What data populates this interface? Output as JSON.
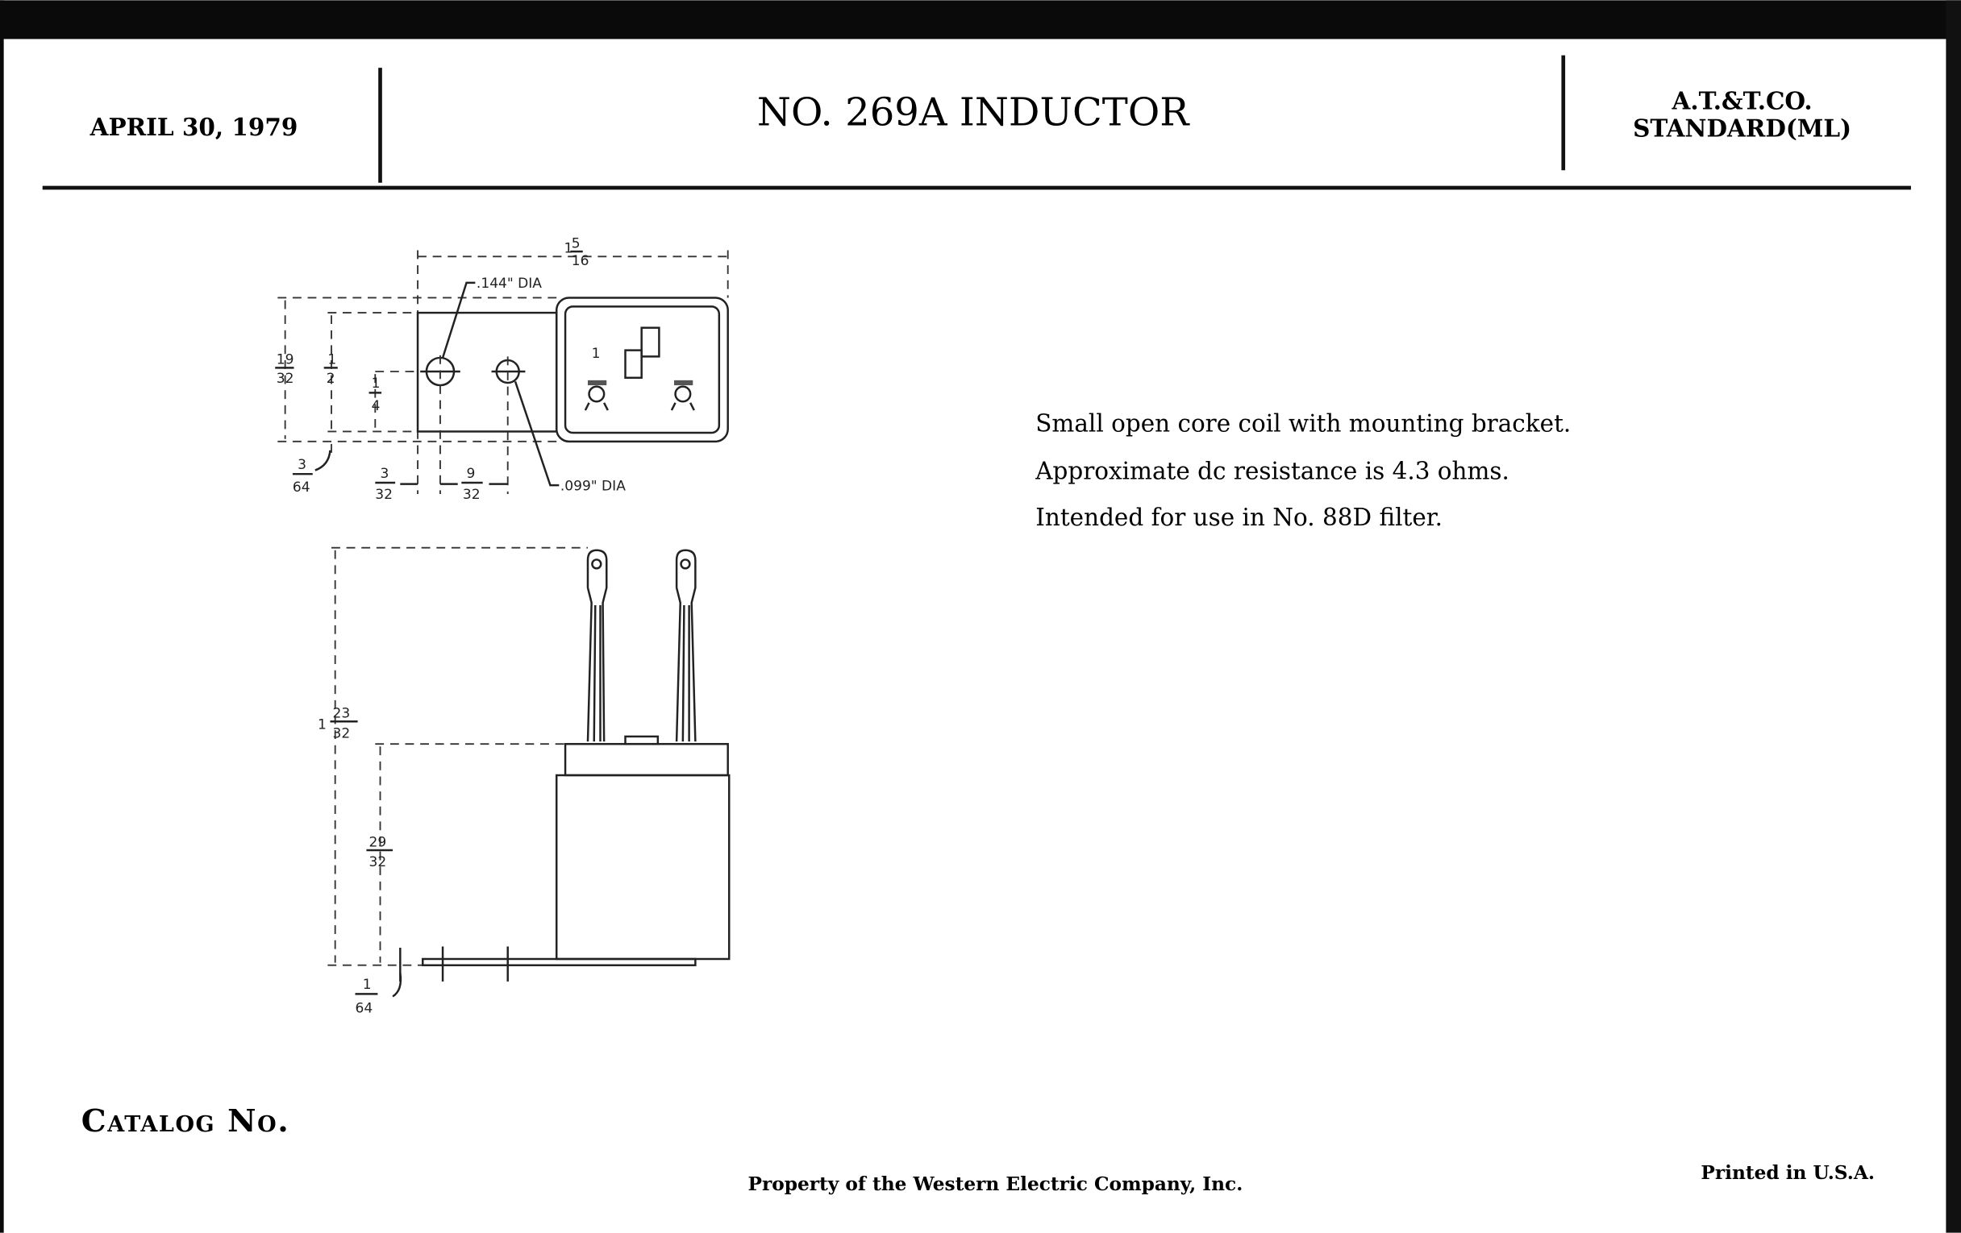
{
  "header": {
    "date": "APRIL 30, 1979",
    "title": "NO. 269A INDUCTOR",
    "standard_line1": "A.T.&T.CO.",
    "standard_line2": "STANDARD(ML)"
  },
  "description": [
    "Small open core coil with mounting bracket.",
    "Approximate dc resistance is 4.3 ohms.",
    "Intended for use in No. 88D filter."
  ],
  "drawing": {
    "top_view": {
      "width_whole": "1",
      "width_num": "5",
      "width_den": "16",
      "hole_large": ".144\" DIA",
      "hole_small": ".099\" DIA",
      "height_num": "19",
      "height_den": "32",
      "bracket_num": "1",
      "bracket_den": "2",
      "hole_height_num": "1",
      "hole_height_den": "4",
      "offset_num": "3",
      "offset_den": "64",
      "edge_num": "3",
      "edge_den": "32",
      "spacing_num": "9",
      "spacing_den": "32",
      "terminal_label": "1"
    },
    "side_view": {
      "total_whole": "1",
      "total_num": "23",
      "total_den": "32",
      "body_num": "29",
      "body_den": "32",
      "plate_num": "1",
      "plate_den": "64"
    }
  },
  "footer": {
    "catalog_label": "Catalog No.",
    "property": "Property of the Western Electric Company, Inc.",
    "printed": "Printed in U.S.A."
  }
}
